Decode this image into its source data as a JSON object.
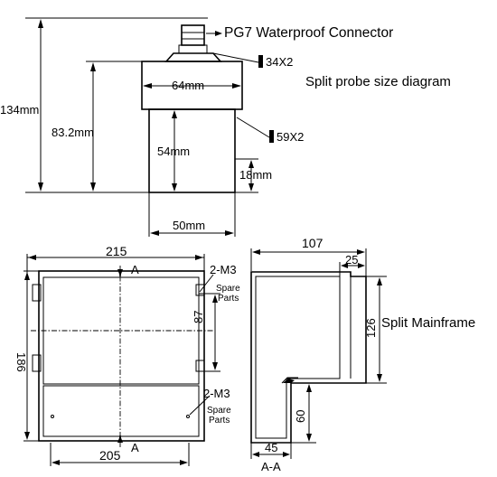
{
  "probe": {
    "connector_label": "PG7 Waterproof Connector",
    "cap_dim": "34X2",
    "title": "Split probe size diagram",
    "width_top": "64mm",
    "total_height": "134mm",
    "body_height": "83.2mm",
    "lower_height": "54mm",
    "body_dim": "59X2",
    "bottom_gap": "18mm",
    "bottom_width": "50mm"
  },
  "mainframe": {
    "title": "Split Mainframe",
    "width_top": "215",
    "width_bottom": "205",
    "height": "186",
    "mid_height": "87",
    "section_mark_top": "A",
    "section_mark_bottom": "A",
    "screw_top": "2-M3",
    "spare_top_line1": "Spare",
    "spare_top_line2": "Parts",
    "screw_bottom": "2-M3",
    "spare_bottom_line1": "Spare",
    "spare_bottom_line2": "Parts"
  },
  "section": {
    "depth": "107",
    "top_offset": "25",
    "height": "126",
    "lower_height": "60",
    "base_width": "45",
    "label": "A-A"
  }
}
